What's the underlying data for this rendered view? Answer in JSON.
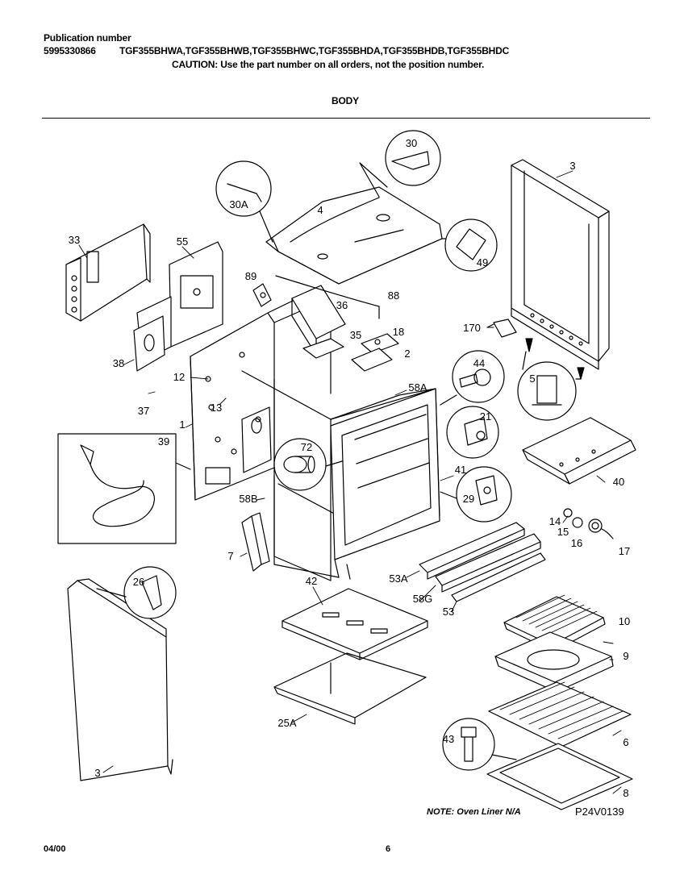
{
  "header": {
    "publication_label": "Publication number",
    "publication_number": "5995330866",
    "models": "TGF355BHWA,TGF355BHWB,TGF355BHWC,TGF355BHDA,TGF355BHDB,TGF355BHDC",
    "caution": "CAUTION:  Use the part number on all orders, not the position number.",
    "section_title": "BODY"
  },
  "labels": {
    "p30": "30",
    "p30A": "30A",
    "p4": "4",
    "p49": "49",
    "p3top": "3",
    "p33": "33",
    "p55": "55",
    "p89": "89",
    "p88": "88",
    "p36": "36",
    "p170": "170",
    "p35": "35",
    "p18": "18",
    "p2": "2",
    "p44": "44",
    "p5": "5",
    "p38": "38",
    "p12": "12",
    "p58A": "58A",
    "p13": "13",
    "p37": "37",
    "p21": "21",
    "p1": "1",
    "p39": "39",
    "p72": "72",
    "p40": "40",
    "p41": "41",
    "p29": "29",
    "p58B": "58B",
    "p14": "14",
    "p15": "15",
    "p16": "16",
    "p17": "17",
    "p7": "7",
    "p42": "42",
    "p53A": "53A",
    "p26": "26",
    "p58G": "58G",
    "p53": "53",
    "p10": "10",
    "p9": "9",
    "p25A": "25A",
    "p43": "43",
    "p6": "6",
    "p3bottom": "3",
    "p8": "8"
  },
  "footer": {
    "note": "NOTE: Oven Liner N/A",
    "diagram_code": "P24V0139",
    "date": "04/00",
    "page": "6"
  }
}
